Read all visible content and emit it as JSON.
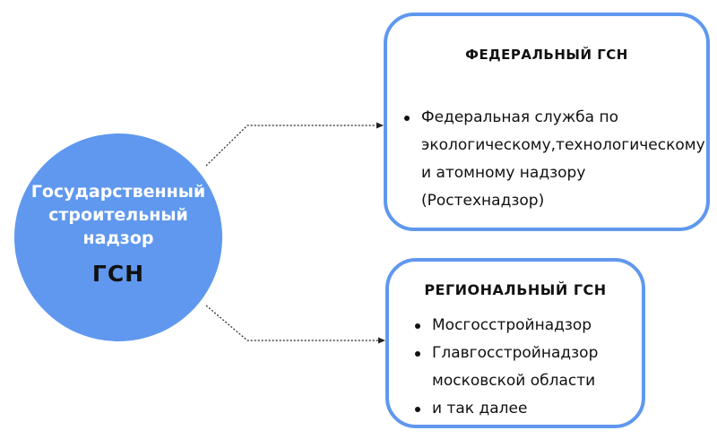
{
  "center": {
    "title_lines": [
      "Государственный",
      "строительный",
      "надзор"
    ],
    "abbreviation": "ГСН",
    "color": "#5f98ee"
  },
  "federal": {
    "title": "ФЕДЕРАЛЬНЫЙ ГСН",
    "items": [
      "Федеральная служба по экологическому,технологическому и атомному надзору (Ростехнадзор)"
    ]
  },
  "regional": {
    "title": "РЕГИОНАЛЬНЫЙ ГСН",
    "items": [
      "Мосгосстройнадзор",
      "Главгосстройнадзор московской области",
      "и так далее"
    ]
  },
  "colors": {
    "accent": "#5f98ee",
    "text": "#111111",
    "connector": "#222222"
  }
}
